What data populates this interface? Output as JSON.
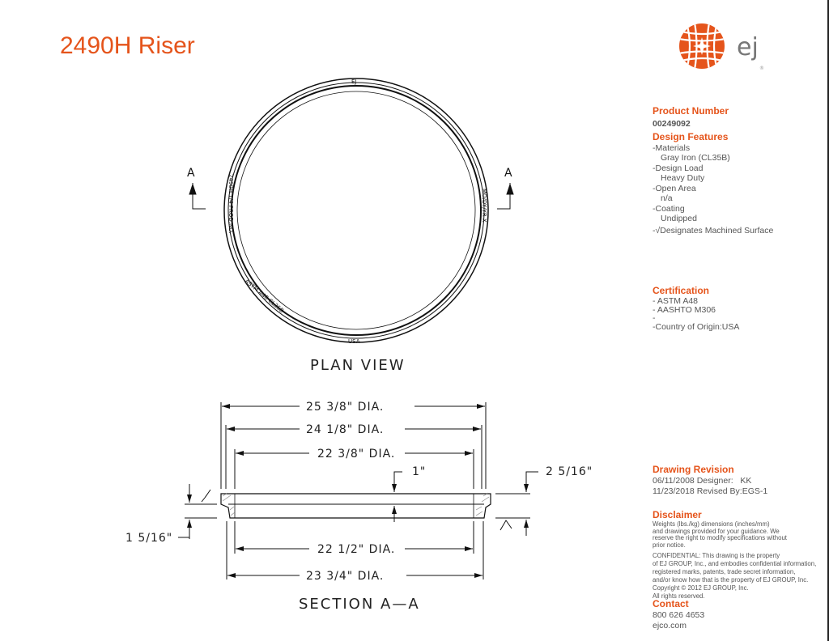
{
  "title": "2490H Riser",
  "logo": {
    "text": "ej",
    "registered": "®",
    "brand_color": "#e5541b"
  },
  "plan": {
    "label": "PLAN VIEW",
    "section_marker": "A",
    "rim_text": {
      "top": "EJ",
      "left": "2490H 1/4   PROD.NO.",
      "right": "MO/DY/YR X",
      "bottom_left": "ASTM A48 CL35B",
      "bottom": "USA"
    }
  },
  "section": {
    "label": "SECTION A—A",
    "dims": {
      "d1": "25 3/8\" DIA.",
      "d2": "24 1/8\" DIA.",
      "d3": "22 3/8\" DIA.",
      "d4": "22 1/2\" DIA.",
      "d5": "23 3/4\" DIA.",
      "h1": "1\"",
      "h2": "2 5/16\"",
      "h3": "1 5/16\""
    }
  },
  "info": {
    "product_number_label": "Product Number",
    "product_number": "00249092",
    "design_features_label": "Design Features",
    "features": [
      {
        "label": "-Materials",
        "value": "Gray Iron (CL35B)"
      },
      {
        "label": "-Design Load",
        "value": "Heavy Duty"
      },
      {
        "label": "-Open Area",
        "value": "n/a"
      },
      {
        "label": "-Coating",
        "value": "Undipped"
      }
    ],
    "machined_note": "-√Designates Machined Surface",
    "certification_label": "Certification",
    "certifications": [
      "- ASTM A48",
      "- AASHTO M306",
      "-"
    ],
    "country_label": "-Country of Origin:",
    "country": "USA",
    "revision_label": "Drawing Revision",
    "designed_date": "06/11/2008",
    "designer_label": "Designer:",
    "designer": "KK",
    "revised_date": "11/23/2018",
    "revised_by_label": "Revised By:",
    "revised_by": "EGS-1",
    "disclaimer_label": "Disclaimer",
    "disclaimer_lines": [
      "Weights (lbs./kg) dimensions (inches/mm)",
      "and drawings provided for your guidance.  We",
      "reserve the right to modify specifications without",
      "prior notice."
    ],
    "confidential_lines": [
      "CONFIDENTIAL: This drawing is the property",
      "of EJ GROUP, Inc., and embodies confidential information,",
      "registered marks, patents, trade secret information,",
      "and/or know how that is the property of EJ GROUP, Inc.",
      "Copyright © 2012 EJ GROUP, Inc.",
      "All rights reserved."
    ],
    "contact_label": "Contact",
    "phone": "800 626 4653",
    "website": "ejco.com"
  }
}
